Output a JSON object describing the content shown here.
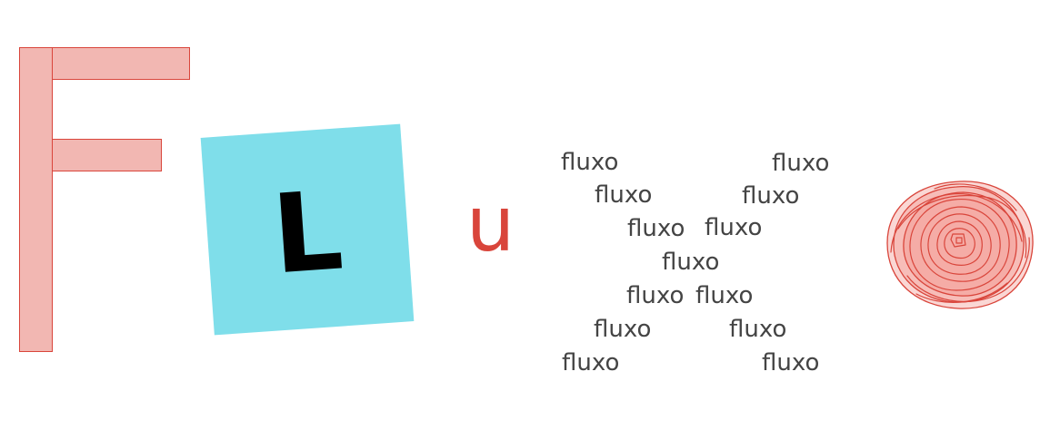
{
  "letters": {
    "l": "L",
    "u": "u"
  },
  "words": [
    "fluxo",
    "fluxo",
    "fluxo",
    "fluxo",
    "fluxo",
    "fluxo",
    "fluxo",
    "fluxo",
    "fluxo",
    "fluxo",
    "fluxo",
    "fluxo",
    "fluxo"
  ],
  "colors": {
    "red": "#d9453b",
    "pink": "#f2b7b2",
    "cyan": "#7fdeea",
    "text": "#444444",
    "black": "#000000"
  },
  "shapes": {
    "f_letter": "outlined-block-F",
    "o_letter": "scribbled-circle"
  }
}
